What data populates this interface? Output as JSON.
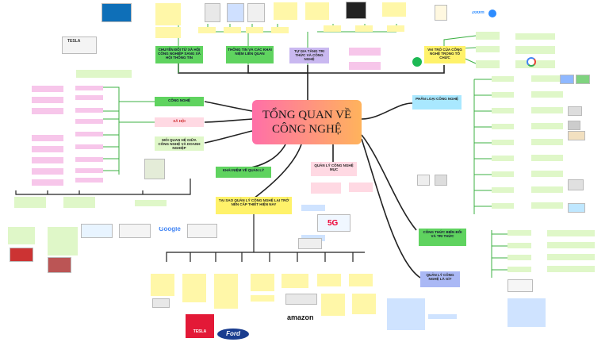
{
  "center_title": "TỔNG QUAN VỀ CÔNG NGHỆ",
  "branches": {
    "cong_nghe": "CÔNG NGHỆ",
    "xa_hoi": "XÃ HỘI",
    "moi_quan_he": "MỐI QUAN HỆ GIỮA CÔNG NGHỆ VÀ DOANH NGHIỆP",
    "khai_niem_quan_ly": "KHÁI NIỆM VỀ QUẢN LÝ",
    "tai_sao": "TẠI SAO QUẢN LÝ CÔNG NGHỆ LẠI TRỞ NÊN CẤP THIẾT HIỆN NAY",
    "quan_ly_muc": "QUẢN LÝ CÔNG NGHỆ MỤC",
    "chuyen_doi": "CHUYỂN ĐỔI TỪ XÃ HỘI CÔNG NGHIỆP SANG XÃ HỘI THÔNG TIN",
    "thong_tin": "THÔNG TIN VÀ CÁC KHÁI NIỆM LIÊN QUAN",
    "tu_gia_tang": "TỰ GIA TĂNG TRI THỨC VÀ CÔNG NGHỆ",
    "vai_tro": "VAI TRÒ CỦA CÔNG NGHỆ TRONG TỔ CHỨC",
    "phan_loai": "PHÂN LOẠI CÔNG NGHỆ",
    "cong_thuc": "CÔNG THỨC BIẾN ĐỔI VÀ TRI THỨC",
    "quan_ly_la_gi": "QUẢN LÝ CÔNG NGHỆ LÀ GÌ?"
  },
  "logos": {
    "zoom": "zoom",
    "google": "Google",
    "amazon": "amazon",
    "tesla": "TESLA",
    "ford": "Ford",
    "tesla_top": "TESLA",
    "fiveg": "5G"
  },
  "colors": {
    "center_start": "#ff6fa8",
    "center_end": "#ffb35c",
    "branch_green": "#5fd35f",
    "branch_yellow": "#fff26a",
    "branch_purple": "#c9b8f0",
    "line_black": "#222222",
    "line_green": "#3cb043"
  }
}
